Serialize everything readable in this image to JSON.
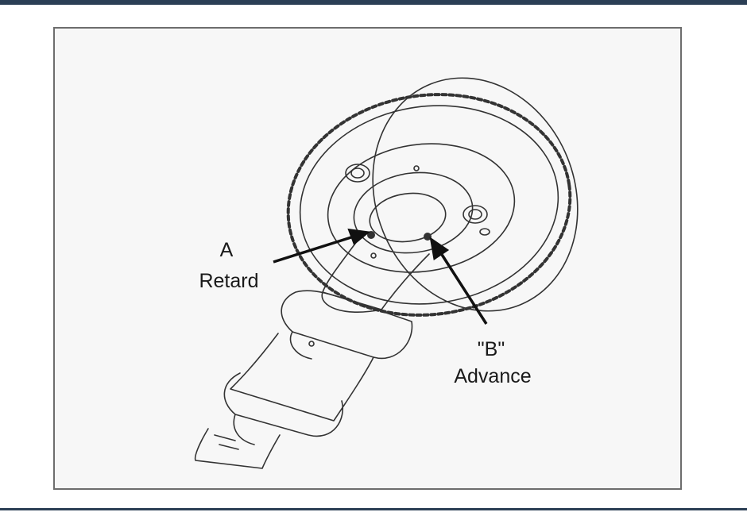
{
  "labels": {
    "a": "A",
    "retard": "Retard",
    "b": "\"B\"",
    "advance": "Advance"
  },
  "colors": {
    "frame_border": "#6d6d6d",
    "top_bar": "#2b3f55",
    "line_art": "#333333",
    "arrow": "#111111"
  },
  "icons": {
    "camshaft": "camshaft-sprocket-illustration",
    "arrow_a": "arrow-to-retard-port",
    "arrow_b": "arrow-to-advance-port"
  }
}
